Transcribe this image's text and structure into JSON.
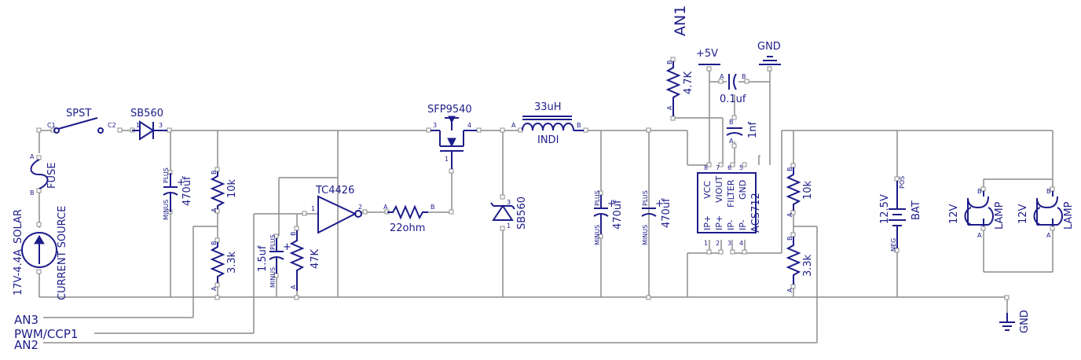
{
  "nets": {
    "an1": "AN1",
    "an2": "AN2",
    "an3": "AN3",
    "pwm": "PWM/CCP1",
    "vcc": "+5V",
    "gnd_top": "GND",
    "gnd_bottom": "GND"
  },
  "parts": {
    "solar": {
      "name": "SOLAR",
      "value": "17V-4.4A",
      "type": "CURRENT SOURCE"
    },
    "fuse": {
      "name": "FUSE",
      "pin_a": "A",
      "pin_b": "B"
    },
    "switch": {
      "name": "SPST",
      "c1": "C1",
      "c2": "C2"
    },
    "diode1": {
      "name": "SB560",
      "pin1": "1",
      "pin3": "3"
    },
    "cap1": {
      "value": "470uf",
      "plus": "PLUS",
      "minus": "MINUS"
    },
    "r_10k_left": {
      "value": "10k",
      "a": "A",
      "b": "B"
    },
    "r_3k3_left": {
      "value": "3.3k",
      "a": "A",
      "b": "B"
    },
    "cap_1_5": {
      "value": "1.5uf",
      "plus": "PLUS",
      "minus": "MINUS"
    },
    "r_47k": {
      "value": "47K",
      "a": "A",
      "b": "B"
    },
    "driver": {
      "name": "TC4426",
      "pin1": "1",
      "pin2": "2"
    },
    "r_22": {
      "value": "22ohm",
      "a": "A",
      "b": "B"
    },
    "mosfet": {
      "name": "SFP9540",
      "pin1": "1",
      "pin3": "3",
      "pin4": "4"
    },
    "inductor": {
      "value": "33uH",
      "name": "INDI",
      "a": "A",
      "b": "B"
    },
    "diode2": {
      "name": "SB560",
      "pin1": "1",
      "pin3": "3"
    },
    "cap2": {
      "value": "470uf",
      "plus": "PLUS",
      "minus": "MINUS"
    },
    "cap3": {
      "value": "470uf",
      "plus": "PLUS",
      "minus": "MINUS"
    },
    "r_4k7": {
      "value": "4.7K",
      "a": "A",
      "b": "B"
    },
    "cap_0_1": {
      "value": "0.1uf",
      "a": "A",
      "b": "B"
    },
    "cap_1n": {
      "value": "1nf",
      "a": "A",
      "b": "B"
    },
    "sensor": {
      "name": "ACS712",
      "pins_top": [
        "VCC",
        "VIOUT",
        "FILTER",
        "GND"
      ],
      "pins_bottom": [
        "IP+",
        "IP+",
        "IP-",
        "IP-"
      ],
      "pin_nums_top": [
        "8",
        "7",
        "6",
        "5"
      ],
      "pin_nums_bottom": [
        "1",
        "2",
        "3",
        "4"
      ]
    },
    "r_10k_right": {
      "value": "10k",
      "a": "A",
      "b": "B"
    },
    "r_3k3_right": {
      "value": "3.3k",
      "a": "A",
      "b": "B"
    },
    "battery": {
      "value": "12.5V",
      "name": "BAT",
      "pos": "POS",
      "neg": "NEG"
    },
    "lamp1": {
      "value": "12V",
      "name": "LAMP",
      "a": "A",
      "b": "B"
    },
    "lamp2": {
      "value": "12V",
      "name": "LAMP",
      "a": "A",
      "b": "B"
    }
  }
}
